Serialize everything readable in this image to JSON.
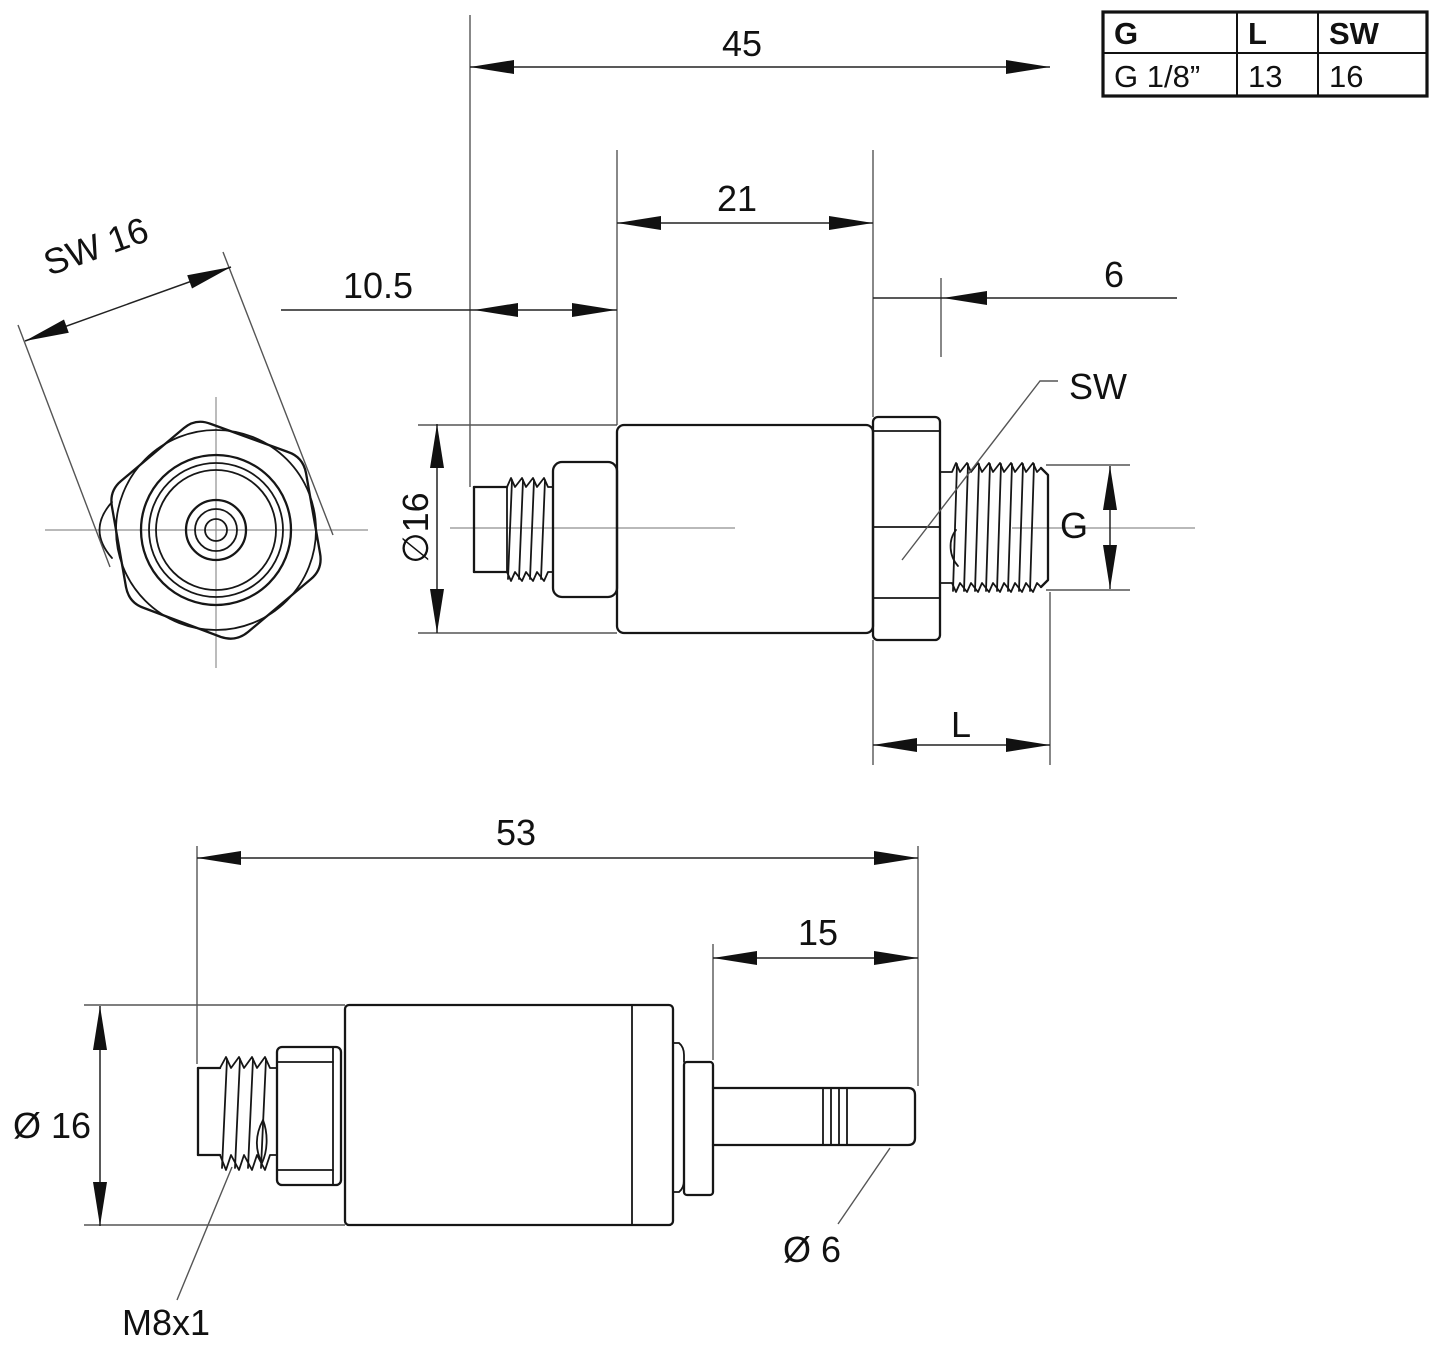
{
  "spec_table": {
    "headers": [
      "G",
      "L",
      "SW"
    ],
    "row": [
      "G 1/8”",
      "13",
      "16"
    ]
  },
  "front_view": {
    "dim_sw": "SW 16"
  },
  "side_view": {
    "dim_45": "45",
    "dim_21": "21",
    "dim_10_5": "10.5",
    "dim_6": "6",
    "dia_16": "∅16",
    "label_sw": "SW",
    "label_g": "G",
    "label_l": "L"
  },
  "bottom_view": {
    "dim_53": "53",
    "dim_15": "15",
    "dia_16": "Ø 16",
    "dia_6": "Ø 6",
    "label_m8": "M8x1"
  },
  "colors": {
    "line": "#161616",
    "dimension": "#222222",
    "background": "#ffffff"
  }
}
